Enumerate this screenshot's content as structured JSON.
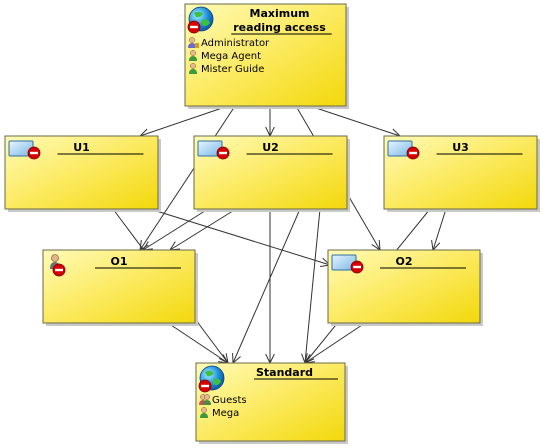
{
  "nodes": {
    "maximum": {
      "title_lines": [
        "Maximum",
        "reading access"
      ],
      "icon": "globe-no-entry-icon",
      "members": [
        {
          "label": "Administrator",
          "icon": "admin-user-icon"
        },
        {
          "label": "Mega Agent",
          "icon": "user-icon"
        },
        {
          "label": "Mister Guide",
          "icon": "user-icon"
        }
      ]
    },
    "u1": {
      "title_lines": [
        "U1"
      ],
      "icon": "monitor-no-entry-icon",
      "members": []
    },
    "u2": {
      "title_lines": [
        "U2"
      ],
      "icon": "monitor-no-entry-icon",
      "members": []
    },
    "u3": {
      "title_lines": [
        "U3"
      ],
      "icon": "monitor-no-entry-icon",
      "members": []
    },
    "o1": {
      "title_lines": [
        "O1"
      ],
      "icon": "person-no-entry-icon",
      "members": []
    },
    "o2": {
      "title_lines": [
        "O2"
      ],
      "icon": "monitor-no-entry-icon",
      "members": []
    },
    "standard": {
      "title_lines": [
        "Standard"
      ],
      "icon": "globe-no-entry-icon",
      "members": [
        {
          "label": "Guests",
          "icon": "group-icon"
        },
        {
          "label": "Mega",
          "icon": "user-icon"
        }
      ]
    }
  },
  "colors": {
    "box_top": "#fffbb8",
    "box_bottom": "#f2d80a",
    "border": "#6a6a48",
    "edge": "#333333",
    "no_entry": "#d60000"
  }
}
